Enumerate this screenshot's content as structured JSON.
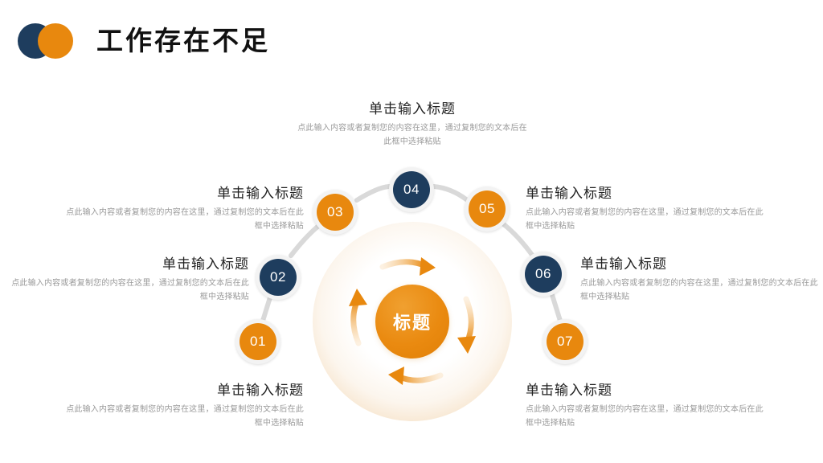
{
  "header": {
    "title": "工作存在不足",
    "logo": {
      "navy_color": "#1e3d5e",
      "orange_color": "#e8880e"
    }
  },
  "center": {
    "label": "标题",
    "color": "#e8880e"
  },
  "colors": {
    "navy": "#1e3d5e",
    "orange": "#e8880e",
    "ring": "#f3f3f3",
    "connector": "#d8d8d8",
    "title_text": "#222222",
    "body_text": "#9a9a9a"
  },
  "nodes": [
    {
      "number": "01",
      "color": "navy_or_orange",
      "style": "orange"
    },
    {
      "number": "02",
      "style": "navy"
    },
    {
      "number": "03",
      "style": "orange"
    },
    {
      "number": "04",
      "style": "navy"
    },
    {
      "number": "05",
      "style": "orange"
    },
    {
      "number": "06",
      "style": "navy"
    },
    {
      "number": "07",
      "style": "orange"
    }
  ],
  "items": [
    {
      "id": "01",
      "title": "单击输入标题",
      "body": "点此输入内容或者复制您的内容在这里，通过复制您的文本后在此框中选择粘贴"
    },
    {
      "id": "02",
      "title": "单击输入标题",
      "body": "点此输入内容或者复制您的内容在这里，通过复制您的文本后在此框中选择粘贴"
    },
    {
      "id": "03",
      "title": "单击输入标题",
      "body": "点此输入内容或者复制您的内容在这里，通过复制您的文本后在此框中选择粘贴"
    },
    {
      "id": "04",
      "title": "单击输入标题",
      "body": "点此输入内容或者复制您的内容在这里，通过复制您的文本后在此框中选择粘贴"
    },
    {
      "id": "05",
      "title": "单击输入标题",
      "body": "点此输入内容或者复制您的内容在这里，通过复制您的文本后在此框中选择粘贴"
    },
    {
      "id": "06",
      "title": "单击输入标题",
      "body": "点此输入内容或者复制您的内容在这里，通过复制您的文本后在此框中选择粘贴"
    },
    {
      "id": "07",
      "title": "单击输入标题",
      "body": "点此输入内容或者复制您的内容在这里，通过复制您的文本后在此框中选择粘贴"
    }
  ]
}
